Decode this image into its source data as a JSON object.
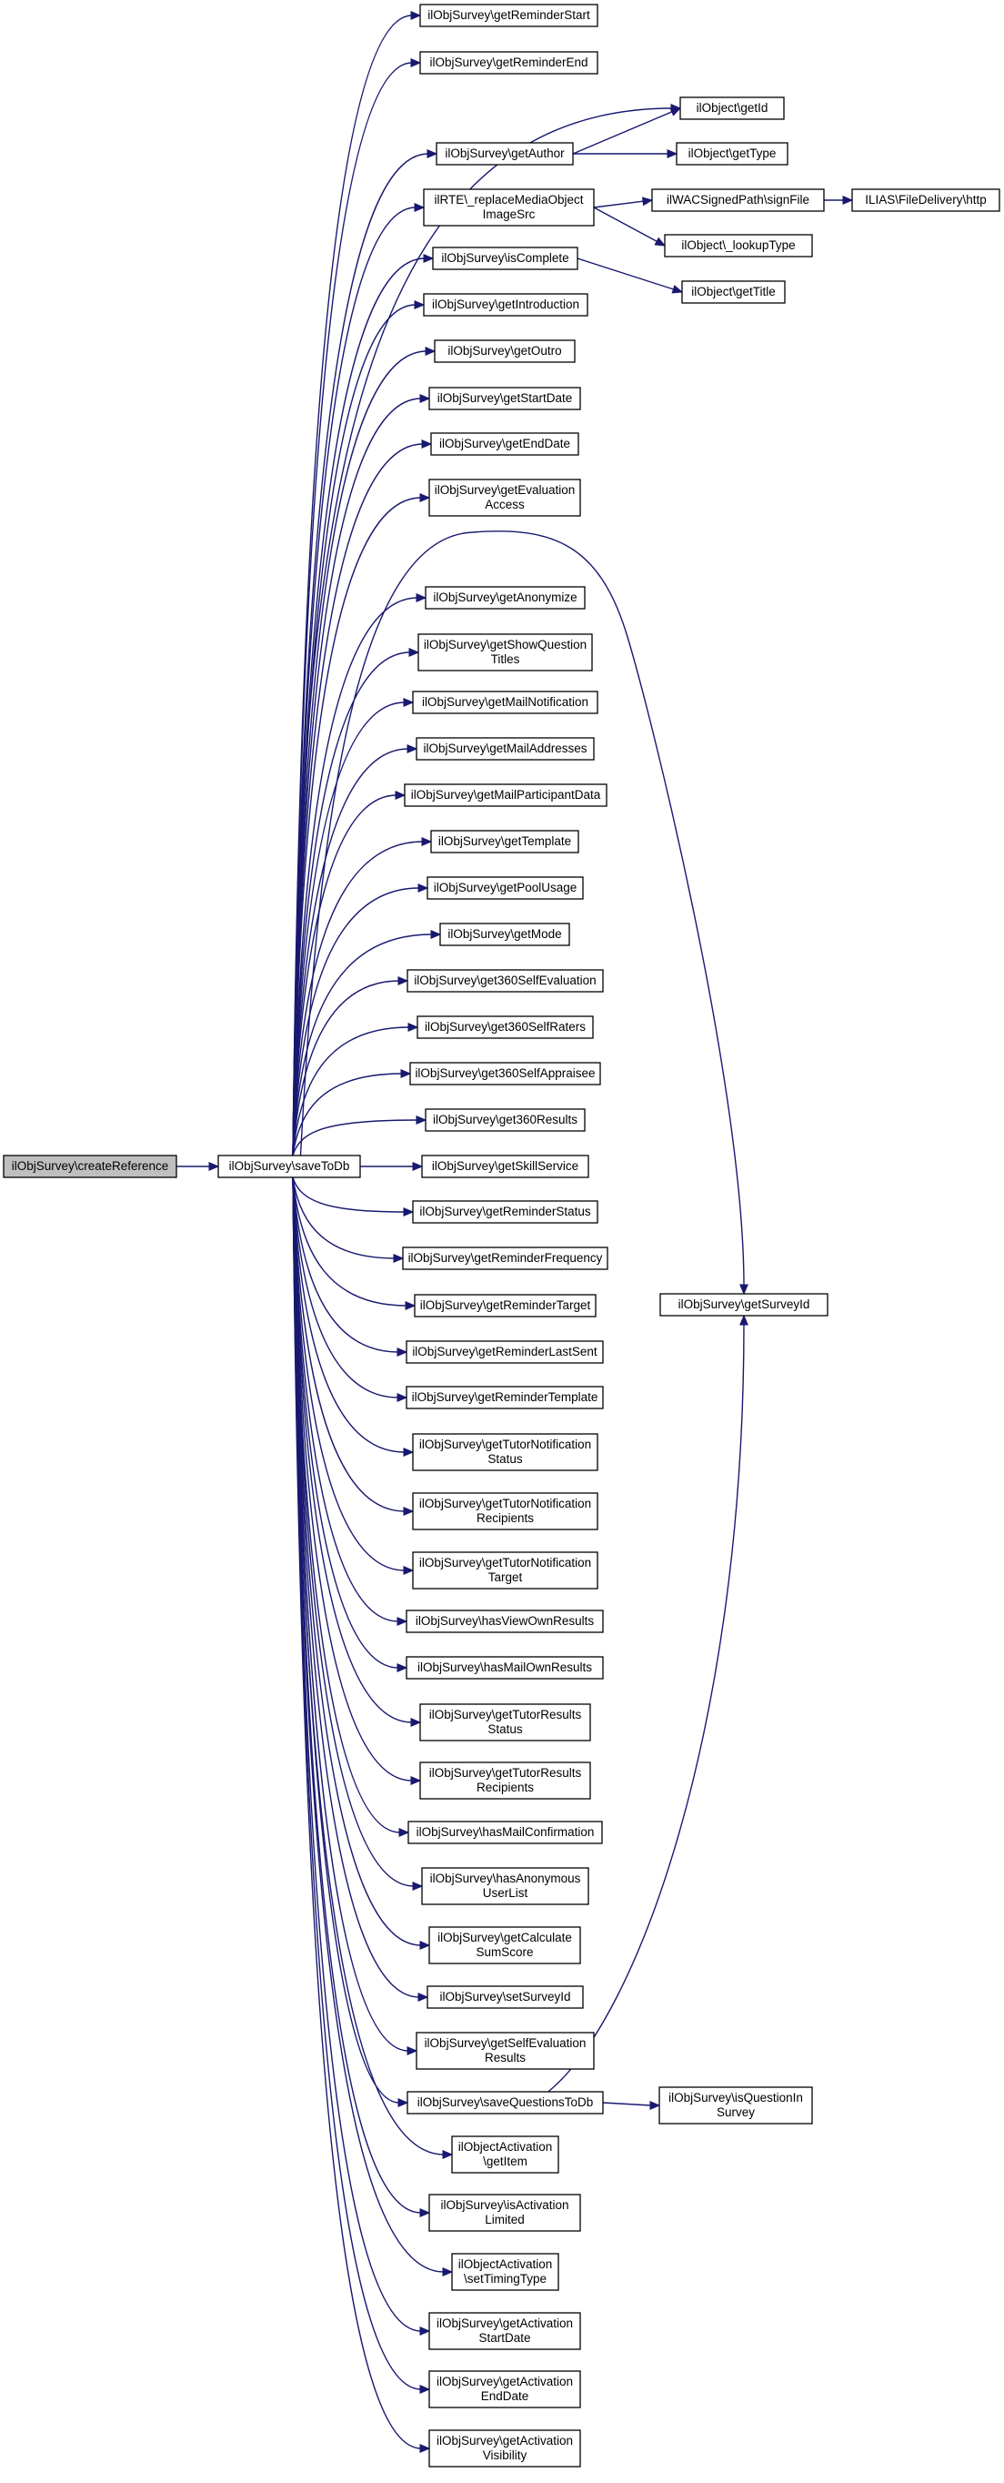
{
  "diagram": {
    "nodes": [
      {
        "id": "createReference",
        "lines": [
          "ilObjSurvey\\createReference"
        ],
        "root": true
      },
      {
        "id": "saveToDb",
        "lines": [
          "ilObjSurvey\\saveToDb"
        ]
      },
      {
        "id": "getReminderStart",
        "lines": [
          "ilObjSurvey\\getReminderStart"
        ]
      },
      {
        "id": "getReminderEnd",
        "lines": [
          "ilObjSurvey\\getReminderEnd"
        ]
      },
      {
        "id": "getId",
        "lines": [
          "ilObject\\getId"
        ]
      },
      {
        "id": "getAuthor",
        "lines": [
          "ilObjSurvey\\getAuthor"
        ]
      },
      {
        "id": "getType",
        "lines": [
          "ilObject\\getType"
        ]
      },
      {
        "id": "replaceMedia",
        "lines": [
          "ilRTE\\_replaceMediaObject",
          "ImageSrc"
        ]
      },
      {
        "id": "signFile",
        "lines": [
          "ilWACSignedPath\\signFile"
        ]
      },
      {
        "id": "fileDelivery",
        "lines": [
          "ILIAS\\FileDelivery\\http"
        ]
      },
      {
        "id": "lookupType",
        "lines": [
          "ilObject\\_lookupType"
        ]
      },
      {
        "id": "isComplete",
        "lines": [
          "ilObjSurvey\\isComplete"
        ]
      },
      {
        "id": "getTitle",
        "lines": [
          "ilObject\\getTitle"
        ]
      },
      {
        "id": "getIntroduction",
        "lines": [
          "ilObjSurvey\\getIntroduction"
        ]
      },
      {
        "id": "getOutro",
        "lines": [
          "ilObjSurvey\\getOutro"
        ]
      },
      {
        "id": "getStartDate",
        "lines": [
          "ilObjSurvey\\getStartDate"
        ]
      },
      {
        "id": "getEndDate",
        "lines": [
          "ilObjSurvey\\getEndDate"
        ]
      },
      {
        "id": "getEvaluationAccess",
        "lines": [
          "ilObjSurvey\\getEvaluation",
          "Access"
        ]
      },
      {
        "id": "getAnonymize",
        "lines": [
          "ilObjSurvey\\getAnonymize"
        ]
      },
      {
        "id": "getShowQuestionTitles",
        "lines": [
          "ilObjSurvey\\getShowQuestion",
          "Titles"
        ]
      },
      {
        "id": "getMailNotification",
        "lines": [
          "ilObjSurvey\\getMailNotification"
        ]
      },
      {
        "id": "getMailAddresses",
        "lines": [
          "ilObjSurvey\\getMailAddresses"
        ]
      },
      {
        "id": "getMailParticipantData",
        "lines": [
          "ilObjSurvey\\getMailParticipantData"
        ]
      },
      {
        "id": "getTemplate",
        "lines": [
          "ilObjSurvey\\getTemplate"
        ]
      },
      {
        "id": "getPoolUsage",
        "lines": [
          "ilObjSurvey\\getPoolUsage"
        ]
      },
      {
        "id": "getMode",
        "lines": [
          "ilObjSurvey\\getMode"
        ]
      },
      {
        "id": "get360SelfEvaluation",
        "lines": [
          "ilObjSurvey\\get360SelfEvaluation"
        ]
      },
      {
        "id": "get360SelfRaters",
        "lines": [
          "ilObjSurvey\\get360SelfRaters"
        ]
      },
      {
        "id": "get360SelfAppraisee",
        "lines": [
          "ilObjSurvey\\get360SelfAppraisee"
        ]
      },
      {
        "id": "get360Results",
        "lines": [
          "ilObjSurvey\\get360Results"
        ]
      },
      {
        "id": "getSkillService",
        "lines": [
          "ilObjSurvey\\getSkillService"
        ]
      },
      {
        "id": "getReminderStatus",
        "lines": [
          "ilObjSurvey\\getReminderStatus"
        ]
      },
      {
        "id": "getReminderFrequency",
        "lines": [
          "ilObjSurvey\\getReminderFrequency"
        ]
      },
      {
        "id": "getReminderTarget",
        "lines": [
          "ilObjSurvey\\getReminderTarget"
        ]
      },
      {
        "id": "getReminderLastSent",
        "lines": [
          "ilObjSurvey\\getReminderLastSent"
        ]
      },
      {
        "id": "getReminderTemplate",
        "lines": [
          "ilObjSurvey\\getReminderTemplate"
        ]
      },
      {
        "id": "getTutorNotificationStatus",
        "lines": [
          "ilObjSurvey\\getTutorNotification",
          "Status"
        ]
      },
      {
        "id": "getTutorNotificationRecipients",
        "lines": [
          "ilObjSurvey\\getTutorNotification",
          "Recipients"
        ]
      },
      {
        "id": "getTutorNotificationTarget",
        "lines": [
          "ilObjSurvey\\getTutorNotification",
          "Target"
        ]
      },
      {
        "id": "hasViewOwnResults",
        "lines": [
          "ilObjSurvey\\hasViewOwnResults"
        ]
      },
      {
        "id": "hasMailOwnResults",
        "lines": [
          "ilObjSurvey\\hasMailOwnResults"
        ]
      },
      {
        "id": "getTutorResultsStatus",
        "lines": [
          "ilObjSurvey\\getTutorResults",
          "Status"
        ]
      },
      {
        "id": "getTutorResultsRecipients",
        "lines": [
          "ilObjSurvey\\getTutorResults",
          "Recipients"
        ]
      },
      {
        "id": "hasMailConfirmation",
        "lines": [
          "ilObjSurvey\\hasMailConfirmation"
        ]
      },
      {
        "id": "hasAnonymousUserList",
        "lines": [
          "ilObjSurvey\\hasAnonymous",
          "UserList"
        ]
      },
      {
        "id": "getCalculateSumScore",
        "lines": [
          "ilObjSurvey\\getCalculate",
          "SumScore"
        ]
      },
      {
        "id": "setSurveyId",
        "lines": [
          "ilObjSurvey\\setSurveyId"
        ]
      },
      {
        "id": "getSelfEvaluationResults",
        "lines": [
          "ilObjSurvey\\getSelfEvaluation",
          "Results"
        ]
      },
      {
        "id": "saveQuestionsToDb",
        "lines": [
          "ilObjSurvey\\saveQuestionsToDb"
        ]
      },
      {
        "id": "getSurveyId",
        "lines": [
          "ilObjSurvey\\getSurveyId"
        ]
      },
      {
        "id": "isQuestionInSurvey",
        "lines": [
          "ilObjSurvey\\isQuestionIn",
          "Survey"
        ]
      },
      {
        "id": "getItem",
        "lines": [
          "ilObjectActivation",
          "\\getItem"
        ]
      },
      {
        "id": "isActivationLimited",
        "lines": [
          "ilObjSurvey\\isActivation",
          "Limited"
        ]
      },
      {
        "id": "setTimingType",
        "lines": [
          "ilObjectActivation",
          "\\setTimingType"
        ]
      },
      {
        "id": "getActivationStartDate",
        "lines": [
          "ilObjSurvey\\getActivation",
          "StartDate"
        ]
      },
      {
        "id": "getActivationEndDate",
        "lines": [
          "ilObjSurvey\\getActivation",
          "EndDate"
        ]
      },
      {
        "id": "getActivationVisibility",
        "lines": [
          "ilObjSurvey\\getActivation",
          "Visibility"
        ]
      }
    ],
    "edges": [
      [
        "createReference",
        "saveToDb"
      ],
      [
        "saveToDb",
        "getReminderStart"
      ],
      [
        "saveToDb",
        "getReminderEnd"
      ],
      [
        "saveToDb",
        "getId"
      ],
      [
        "saveToDb",
        "getAuthor"
      ],
      [
        "saveToDb",
        "replaceMedia"
      ],
      [
        "saveToDb",
        "isComplete"
      ],
      [
        "saveToDb",
        "getIntroduction"
      ],
      [
        "saveToDb",
        "getOutro"
      ],
      [
        "saveToDb",
        "getStartDate"
      ],
      [
        "saveToDb",
        "getEndDate"
      ],
      [
        "saveToDb",
        "getEvaluationAccess"
      ],
      [
        "saveToDb",
        "getSurveyId"
      ],
      [
        "saveToDb",
        "getAnonymize"
      ],
      [
        "saveToDb",
        "getShowQuestionTitles"
      ],
      [
        "saveToDb",
        "getMailNotification"
      ],
      [
        "saveToDb",
        "getMailAddresses"
      ],
      [
        "saveToDb",
        "getMailParticipantData"
      ],
      [
        "saveToDb",
        "getTemplate"
      ],
      [
        "saveToDb",
        "getPoolUsage"
      ],
      [
        "saveToDb",
        "getMode"
      ],
      [
        "saveToDb",
        "get360SelfEvaluation"
      ],
      [
        "saveToDb",
        "get360SelfRaters"
      ],
      [
        "saveToDb",
        "get360SelfAppraisee"
      ],
      [
        "saveToDb",
        "get360Results"
      ],
      [
        "saveToDb",
        "getSkillService"
      ],
      [
        "saveToDb",
        "getReminderStatus"
      ],
      [
        "saveToDb",
        "getReminderFrequency"
      ],
      [
        "saveToDb",
        "getReminderTarget"
      ],
      [
        "saveToDb",
        "getReminderLastSent"
      ],
      [
        "saveToDb",
        "getReminderTemplate"
      ],
      [
        "saveToDb",
        "getTutorNotificationStatus"
      ],
      [
        "saveToDb",
        "getTutorNotificationRecipients"
      ],
      [
        "saveToDb",
        "getTutorNotificationTarget"
      ],
      [
        "saveToDb",
        "hasViewOwnResults"
      ],
      [
        "saveToDb",
        "hasMailOwnResults"
      ],
      [
        "saveToDb",
        "getTutorResultsStatus"
      ],
      [
        "saveToDb",
        "getTutorResultsRecipients"
      ],
      [
        "saveToDb",
        "hasMailConfirmation"
      ],
      [
        "saveToDb",
        "hasAnonymousUserList"
      ],
      [
        "saveToDb",
        "getCalculateSumScore"
      ],
      [
        "saveToDb",
        "setSurveyId"
      ],
      [
        "saveToDb",
        "getSelfEvaluationResults"
      ],
      [
        "saveToDb",
        "saveQuestionsToDb"
      ],
      [
        "saveToDb",
        "getItem"
      ],
      [
        "saveToDb",
        "isActivationLimited"
      ],
      [
        "saveToDb",
        "setTimingType"
      ],
      [
        "saveToDb",
        "getActivationStartDate"
      ],
      [
        "saveToDb",
        "getActivationEndDate"
      ],
      [
        "saveToDb",
        "getActivationVisibility"
      ],
      [
        "getAuthor",
        "getId"
      ],
      [
        "getAuthor",
        "getType"
      ],
      [
        "replaceMedia",
        "signFile"
      ],
      [
        "replaceMedia",
        "lookupType"
      ],
      [
        "signFile",
        "fileDelivery"
      ],
      [
        "isComplete",
        "getTitle"
      ],
      [
        "saveQuestionsToDb",
        "getSurveyId"
      ],
      [
        "saveQuestionsToDb",
        "isQuestionInSurvey"
      ]
    ]
  },
  "colors": {
    "edge": "#191970",
    "root_fill": "#bfbfbf",
    "node_fill": "#ffffff",
    "node_border": "#000000"
  }
}
